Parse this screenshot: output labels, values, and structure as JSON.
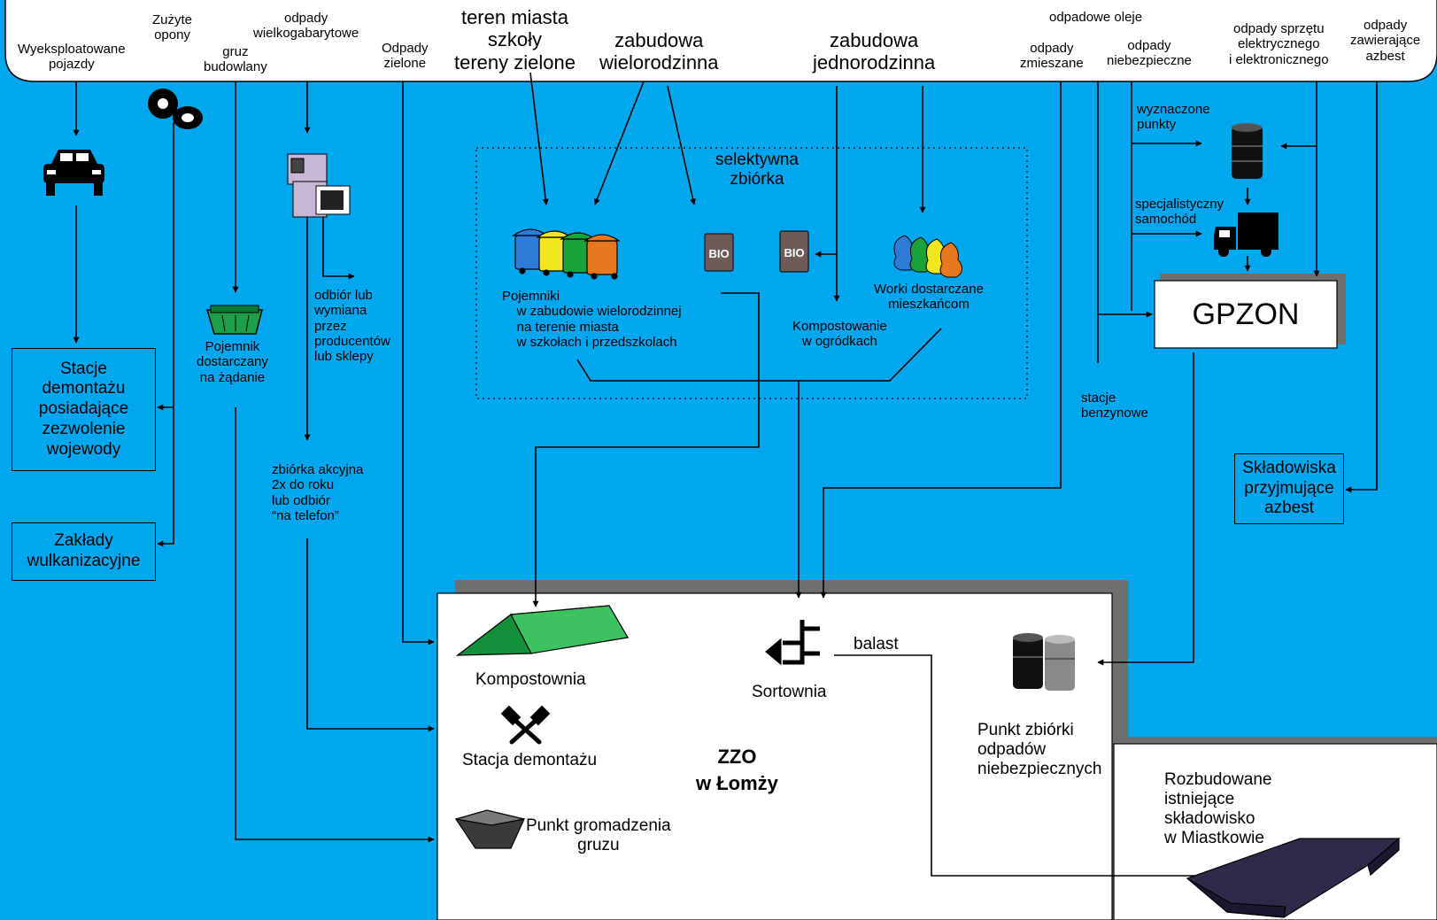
{
  "sources": {
    "vehicles": "Wyeksploatowane\npojazdy",
    "tires": "Zużyte\nopony",
    "rubble": "gruz\nbudowlany",
    "bulky": "odpady\nwielkogabarytowe",
    "green": "Odpady\nzielone",
    "city": "teren miasta\nszkoły\ntereny zielone",
    "multi": "zabudowa\nwielorodzinna",
    "single": "zabudowa\njednorodzinna",
    "oils": "odpadowe oleje",
    "mixed": "odpady\nzmieszane",
    "hazardous": "odpady\nniebezpieczne",
    "weee": "odpady sprzętu\nelektrycznego\ni elektronicznego",
    "asbestos": "odpady\nzawierające\nazbest"
  },
  "flow": {
    "selective": "selektywna\nzbiórka",
    "containers": "Pojemniki\n    w zabudowie wielorodzinnej\n    na terenie miasta\n    w szkołach i przedszkolach",
    "bio_label": "BIO",
    "bags": "Worki dostarczane\nmieszkańcom",
    "composting_home": "Kompostowanie\nw ogródkach",
    "container_demand": "Pojemnik\ndostarczany\nna żądanie",
    "pickup": "odbiór lub\nwymiana\nprzez\nproducentów\nlub sklepy",
    "collection": "zbiórka akcyjna\n2x do roku\nlub odbiór\n“na telefon”",
    "points": "wyznaczone\npunkty",
    "truck": "specjalistyczny\nsamochód",
    "stations": "stacje\nbenzynowe",
    "ballast": "balast"
  },
  "facilities": {
    "dismantling": "Stacje\ndemontażu\nposiadające\nzezwolenie\nwojewody",
    "vulcanizing": "Zakłady\nwulkanizacyjne",
    "gpzon": "GPZON",
    "asbestos_landfill": "Składowiska\nprzyjmujące\nazbest"
  },
  "zzo": {
    "title": "ZZO\nw Łomży",
    "composting": "Kompostownia",
    "sorting": "Sortownia",
    "dismantling": "Stacja demontażu",
    "rubble": "Punkt gromadzenia\ngruzu",
    "hazardous": "Punkt zbiórki\nodpadów\nniebezpiecznych"
  },
  "landfill": "Rozbudowane\nistniejące\nskładowisko\nw Miastkowie",
  "colors": {
    "background": "#00a6ee",
    "blue_bin": "#2e7bd8",
    "yellow_bin": "#f2e61e",
    "green_bin": "#1aa33a",
    "orange_bin": "#e8781e",
    "bio_box": "#6e5a56",
    "compost_green": "#22b24a",
    "panel_shadow": "#6f6f6f"
  },
  "icons": [
    "car-icon",
    "tires-icon",
    "appliances-icon",
    "green-bin-icon",
    "recycling-bins-icon",
    "bio-bin-icon",
    "waste-bags-icon",
    "oil-barrel-icon",
    "truck-icon",
    "compost-pile-icon",
    "sorting-icon",
    "tools-icon",
    "rubble-container-icon",
    "barrels-icon",
    "landfill-icon"
  ]
}
